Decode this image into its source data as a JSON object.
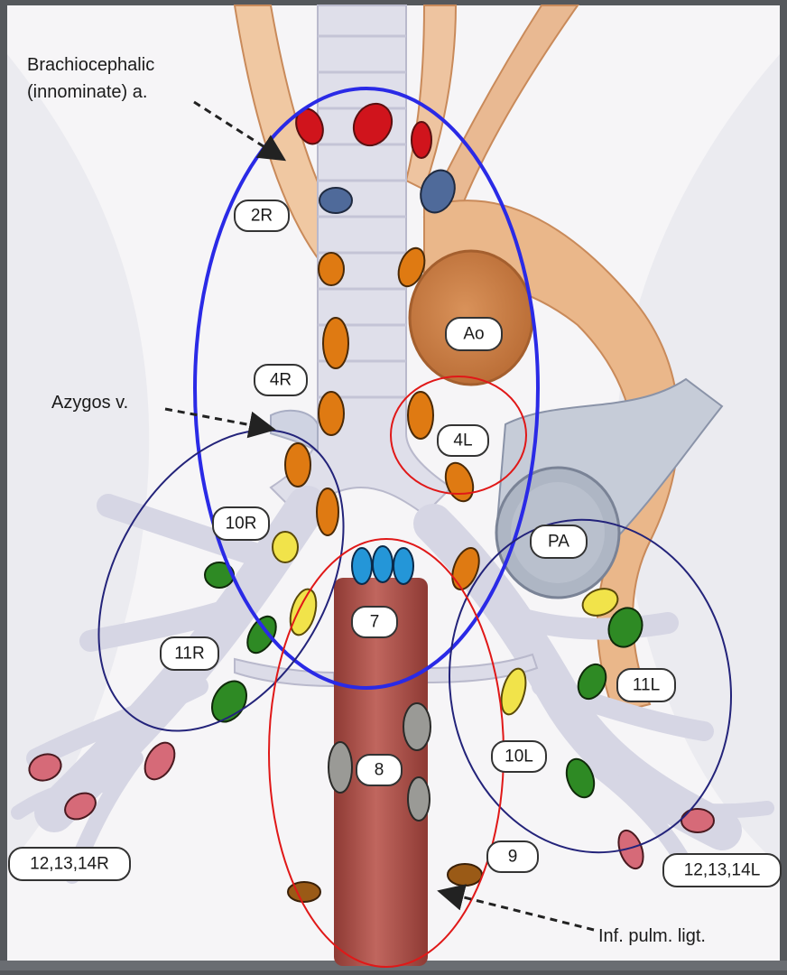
{
  "callouts": {
    "brachiocephalic_line1": "Brachiocephalic",
    "brachiocephalic_line2": "(innominate) a.",
    "azygos": "Azygos v.",
    "inf_pulm_ligt": "Inf. pulm. ligt."
  },
  "vessels": {
    "aorta": "Ao",
    "pulmonary_artery": "PA"
  },
  "stations": {
    "s2R": "2R",
    "s4R": "4R",
    "s4L": "4L",
    "s10R": "10R",
    "s11R": "11R",
    "s7": "7",
    "s8": "8",
    "s9": "9",
    "s10L": "10L",
    "s11L": "11L",
    "s12R": "12,13,14R",
    "s12L": "12,13,14L"
  },
  "colors": {
    "frame": "#55585c",
    "background": "#f6f5f7",
    "airway": "#dcdce8",
    "esophagus": "#b4564e",
    "artery": "#e7b58a",
    "pulmonary_artery": "#b9c0cd",
    "node_red": "#d0141c",
    "node_blue": "#4f6a9a",
    "node_orange": "#df7a12",
    "node_yellow": "#f1e34a",
    "node_green": "#2e8a24",
    "node_cyan": "#2496d8",
    "node_gray": "#9a9a96",
    "node_pink": "#d66a78",
    "node_brown": "#9a5a16",
    "circle_blue": "#2a2ae6",
    "circle_navy": "#23237a",
    "circle_red": "#e01818"
  }
}
